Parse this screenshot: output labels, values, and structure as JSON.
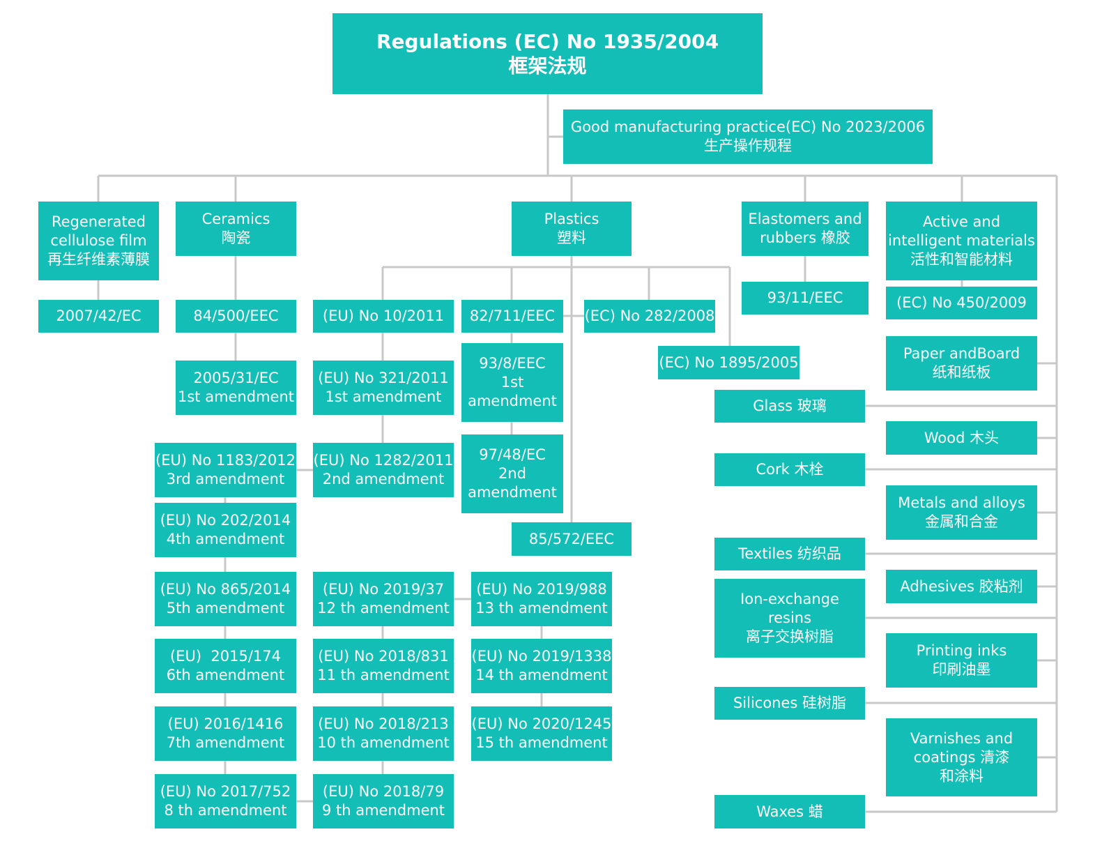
{
  "root": {
    "line1": "Regulations (EC) No 1935/2004",
    "line2": "框架法规"
  },
  "gmp": {
    "line1": "Good manufacturing practice(EC) No 2023/2006",
    "line2": "生产操作规程"
  },
  "categories": {
    "regenerated": [
      "Regenerated",
      "cellulose film",
      "再生纤维素薄膜"
    ],
    "ceramics": [
      "Ceramics",
      "陶瓷"
    ],
    "plastics": [
      "Plastics",
      "塑料"
    ],
    "elastomers": [
      "Elastomers and",
      "rubbers 橡胶"
    ],
    "active": [
      "Active and",
      "intelligent materials",
      "活性和智能材料"
    ]
  },
  "regs": {
    "r_2007_42": [
      "2007/42/EC"
    ],
    "c_84_500": [
      "84/500/EEC"
    ],
    "c_2005_31": [
      "2005/31/EC",
      "1st amendment"
    ],
    "e_93_11": [
      "93/11/EEC"
    ],
    "a_450_2009": [
      "(EC) No 450/2009"
    ],
    "p_10_2011": [
      "(EU) No 10/2011"
    ],
    "p_321_2011": [
      "(EU) No 321/2011",
      "1st amendment"
    ],
    "p_1282_2011": [
      "(EU) No 1282/2011",
      "2nd amendment"
    ],
    "p_1183_2012": [
      "(EU) No 1183/2012",
      "3rd amendment"
    ],
    "p_202_2014": [
      "(EU) No 202/2014",
      "4th amendment"
    ],
    "p_865_2014": [
      "(EU) No 865/2014",
      "5th amendment"
    ],
    "p_2015_174": [
      "(EU)  2015/174",
      "6th amendment"
    ],
    "p_2016_1416": [
      "(EU) 2016/1416",
      "7th amendment"
    ],
    "p_2017_752": [
      "(EU) No 2017/752",
      "8 th amendment"
    ],
    "p_2018_79": [
      "(EU) No 2018/79",
      "9 th amendment"
    ],
    "p_2018_213": [
      "(EU) No 2018/213",
      "10 th amendment"
    ],
    "p_2018_831": [
      "(EU) No 2018/831",
      "11 th amendment"
    ],
    "p_2019_37": [
      "(EU) No 2019/37",
      "12 th amendment"
    ],
    "p_2019_988": [
      "(EU) No 2019/988",
      "13 th amendment"
    ],
    "p_2019_1338": [
      "(EU) No 2019/1338",
      "14 th amendment"
    ],
    "p_2020_1245": [
      "(EU) No 2020/1245",
      "15 th amendment"
    ],
    "p_82_711": [
      "82/711/EEC"
    ],
    "p_93_8": [
      "93/8/EEC",
      "1st",
      "amendment"
    ],
    "p_97_48": [
      "97/48/EC",
      "2nd",
      "amendment"
    ],
    "p_85_572": [
      "85/572/EEC"
    ],
    "p_282_2008": [
      "(EC) No 282/2008"
    ],
    "p_1895_2005": [
      "(EC) No 1895/2005"
    ]
  },
  "other_materials": {
    "paper": [
      "Paper andBoard",
      "纸和纸板"
    ],
    "glass": [
      "Glass 玻璃"
    ],
    "wood": [
      "Wood 木头"
    ],
    "cork": [
      "Cork 木栓"
    ],
    "metals": [
      "Metals and alloys",
      "金属和合金"
    ],
    "textiles": [
      "Textiles 纺织品"
    ],
    "adhesives": [
      "Adhesives 胶粘剂"
    ],
    "ion": [
      "Ion-exchange",
      "resins",
      "离子交换树脂"
    ],
    "printing": [
      "Printing inks",
      "印刷油墨"
    ],
    "silicones": [
      "Silicones 硅树脂"
    ],
    "varnishes": [
      "Varnishes and",
      "coatings 清漆",
      "和涂料"
    ],
    "waxes": [
      "Waxes 蜡"
    ]
  },
  "colors": {
    "box": "#13beb6",
    "line": "#c8c8c8",
    "text": "#ffffff"
  }
}
